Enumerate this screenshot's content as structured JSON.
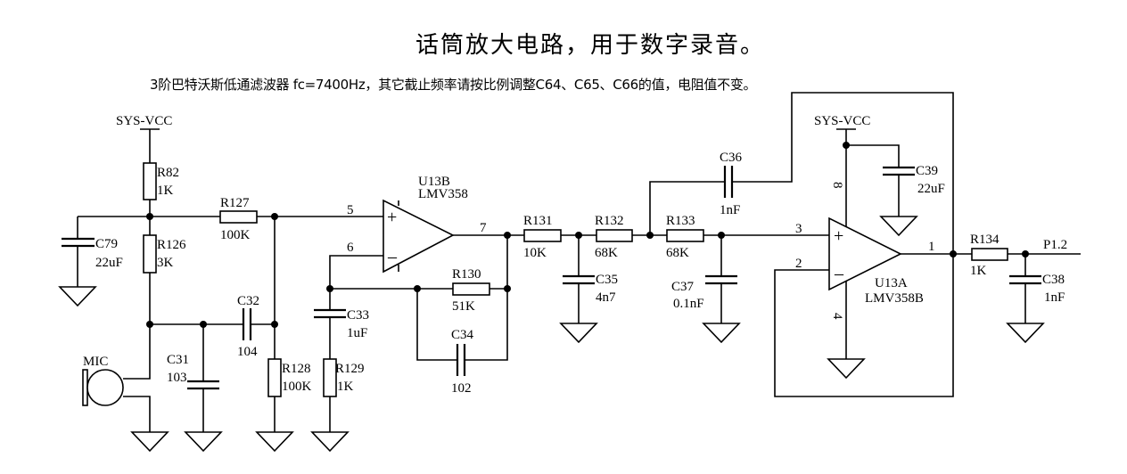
{
  "title": "话筒放大电路，用于数字录音。",
  "subtitle": "3阶巴特沃斯低通滤波器 fc=7400Hz，其它截止频率请按比例调整C64、C65、C66的值，电阻值不变。",
  "power_labels": {
    "vcc_left": "SYS-VCC",
    "vcc_right": "SYS-VCC"
  },
  "resistors": [
    {
      "ref": "R82",
      "value": "1K"
    },
    {
      "ref": "R126",
      "value": "3K"
    },
    {
      "ref": "R127",
      "value": "100K"
    },
    {
      "ref": "R128",
      "value": "100K"
    },
    {
      "ref": "R129",
      "value": "1K"
    },
    {
      "ref": "R130",
      "value": "51K"
    },
    {
      "ref": "R131",
      "value": "10K"
    },
    {
      "ref": "R132",
      "value": "68K"
    },
    {
      "ref": "R133",
      "value": "68K"
    },
    {
      "ref": "R134",
      "value": "1K"
    }
  ],
  "capacitors": [
    {
      "ref": "C79",
      "value": "22uF"
    },
    {
      "ref": "C31",
      "value": "103"
    },
    {
      "ref": "C32",
      "value": "104"
    },
    {
      "ref": "C33",
      "value": "1uF"
    },
    {
      "ref": "C34",
      "value": "102"
    },
    {
      "ref": "C35",
      "value": "4n7"
    },
    {
      "ref": "C36",
      "value": "1nF"
    },
    {
      "ref": "C37",
      "value": "0.1nF"
    },
    {
      "ref": "C38",
      "value": "1nF"
    },
    {
      "ref": "C39",
      "value": "22uF"
    }
  ],
  "opamps": [
    {
      "ref": "U13B",
      "part": "LMV358",
      "pins": {
        "plus": "5",
        "minus": "6",
        "out": "7"
      }
    },
    {
      "ref": "U13A",
      "part": "LMV358B",
      "pins": {
        "plus": "3",
        "minus": "2",
        "out": "1",
        "vcc": "8",
        "gnd": "4"
      }
    }
  ],
  "mic": {
    "label": "MIC"
  },
  "output_net": "P1.2"
}
